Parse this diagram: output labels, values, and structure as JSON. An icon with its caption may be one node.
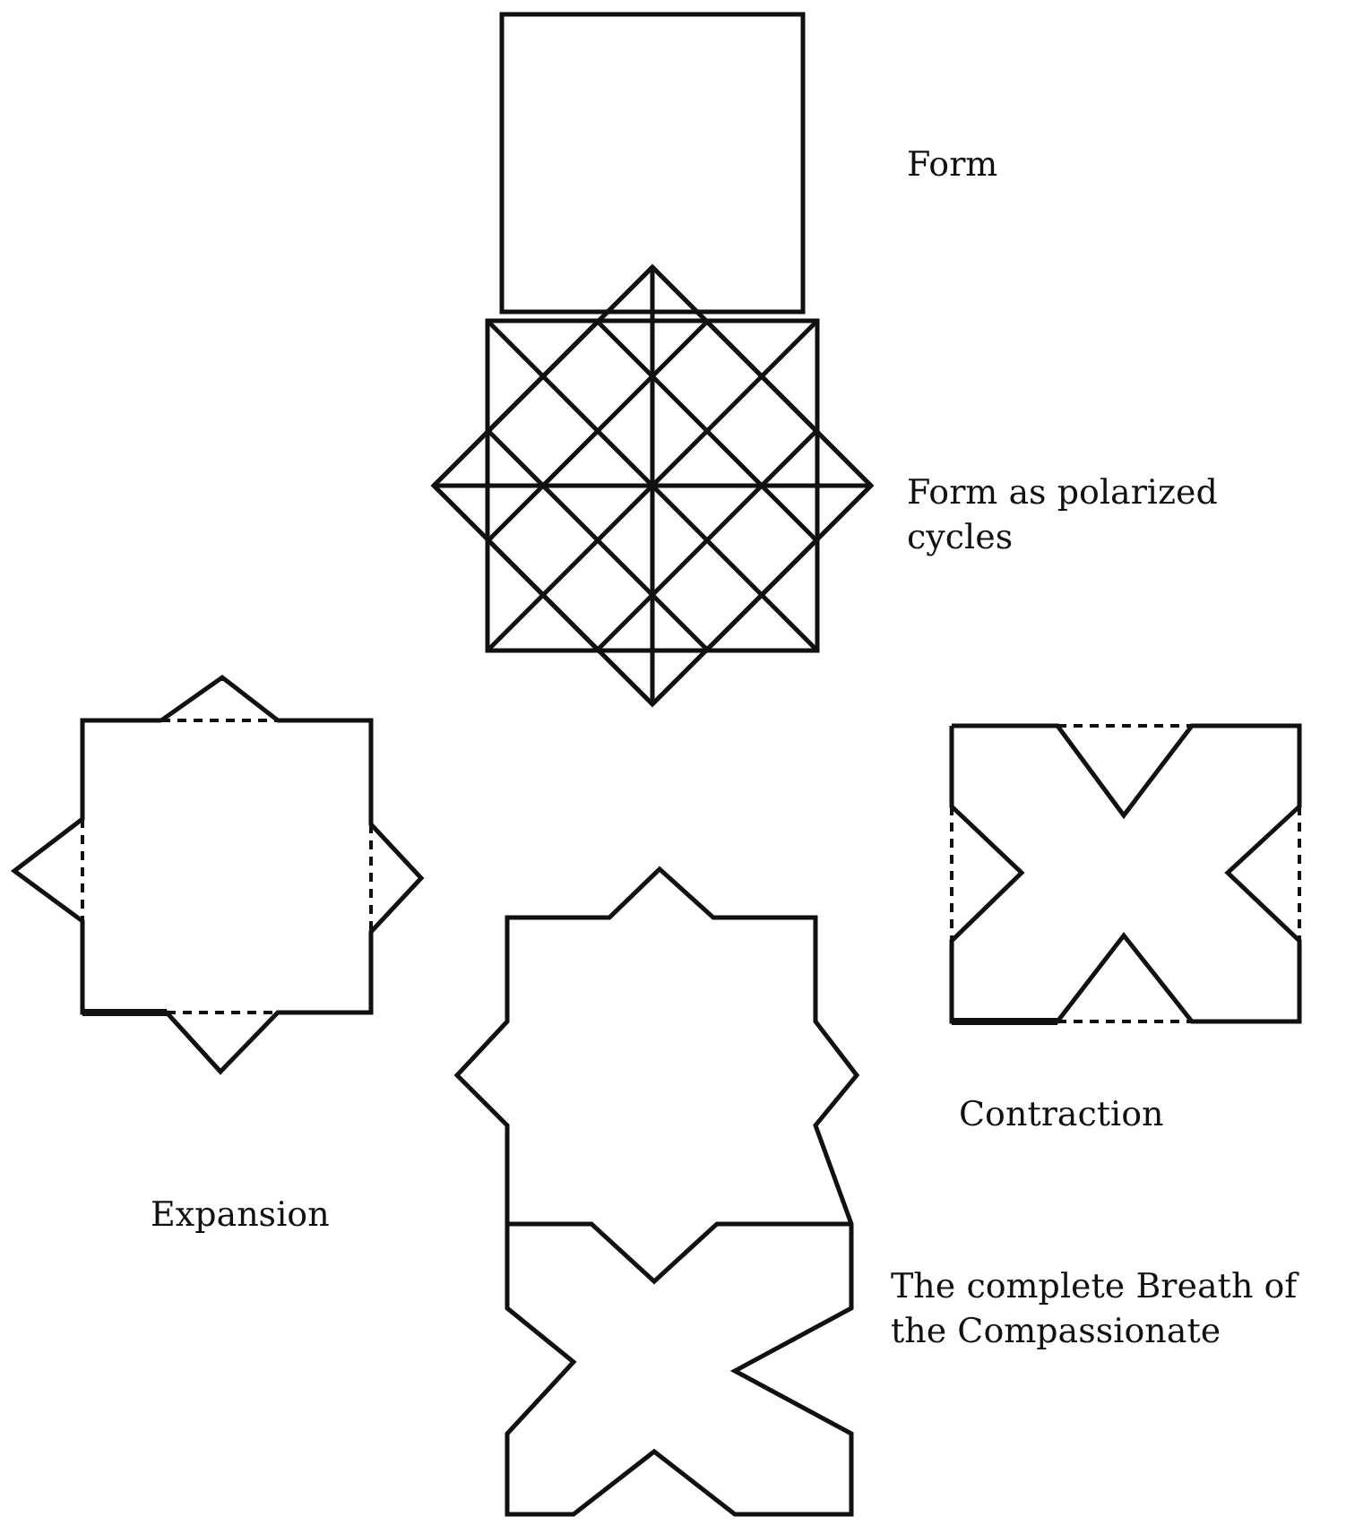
{
  "diagram": {
    "labels": [
      "Form",
      "Form as polarized cycles",
      "Expansion",
      "Contraction",
      "The complete Breath of the Compassionate"
    ]
  }
}
